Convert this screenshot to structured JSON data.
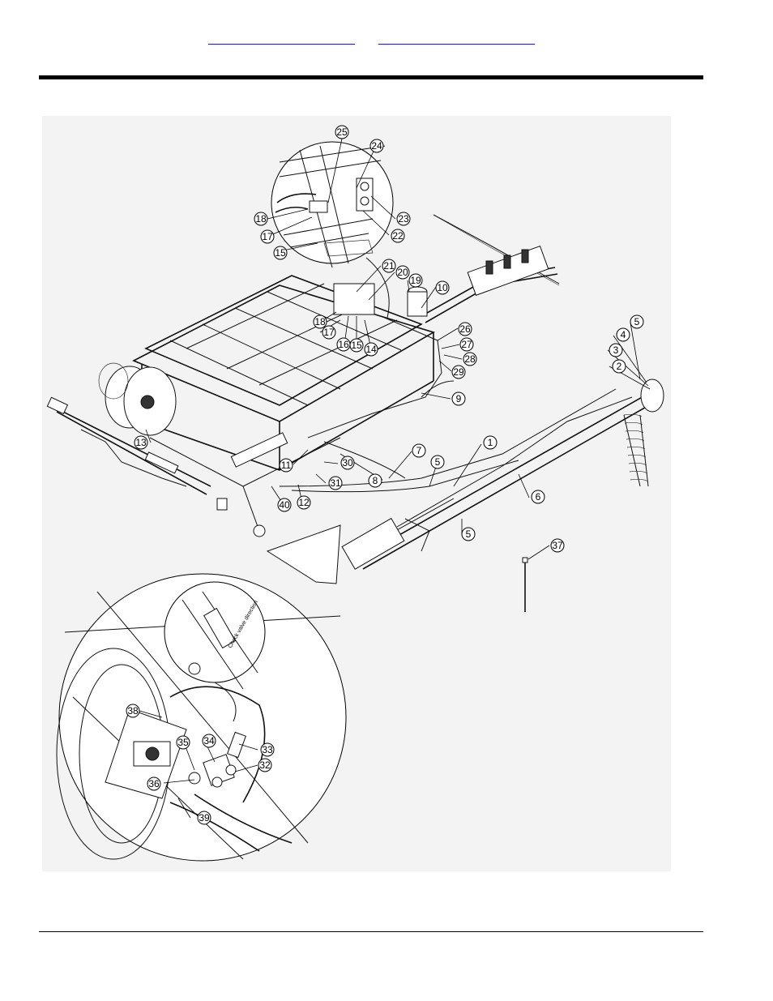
{
  "header": {
    "link_left": "",
    "link_right": ""
  },
  "diagram": {
    "callouts": [
      "25",
      "24",
      "18",
      "17",
      "15",
      "23",
      "22",
      "21",
      "20",
      "19",
      "10",
      "18",
      "17",
      "16",
      "15",
      "14",
      "26",
      "27",
      "28",
      "29",
      "9",
      "5",
      "4",
      "3",
      "2",
      "13",
      "1",
      "7",
      "8",
      "5",
      "11",
      "30",
      "31",
      "40",
      "12",
      "6",
      "5",
      "37",
      "38",
      "35",
      "34",
      "33",
      "32",
      "36",
      "39"
    ],
    "inset_label": "Check valve direction"
  }
}
